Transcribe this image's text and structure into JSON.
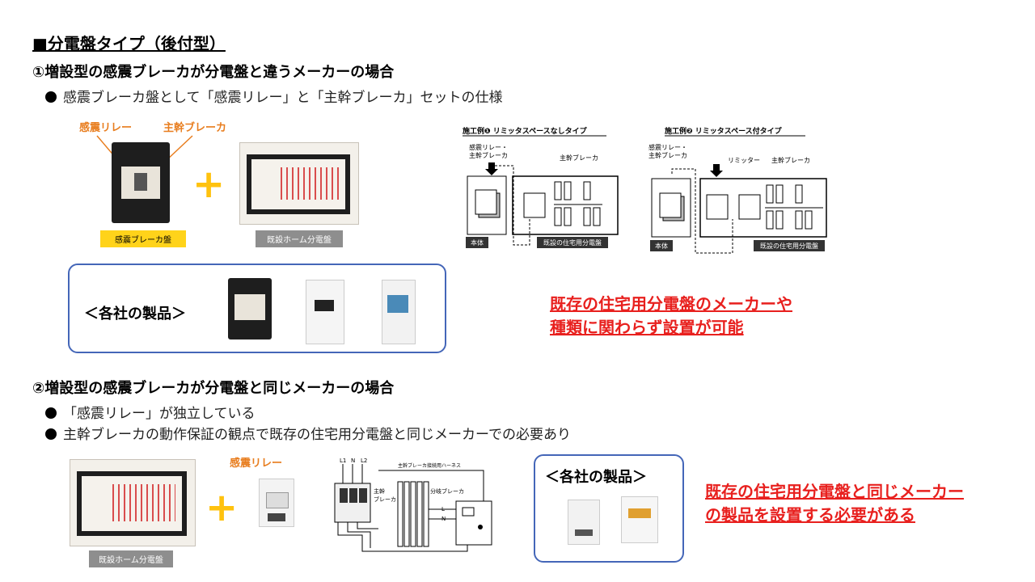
{
  "title": "■分電盤タイプ（後付型）",
  "section1": {
    "heading": "①増設型の感震ブレーカが分電盤と違うメーカーの場合",
    "bullet": "感震ブレーカ盤として「感震リレー」と「主幹ブレーカ」セットの仕様",
    "label_relay": "感震リレー",
    "label_main": "主幹ブレーカ",
    "caption_panel": "感震ブレーカ盤",
    "caption_home": "既設ホーム分電盤",
    "products_label": "＜各社の製品＞",
    "example1": {
      "title": "施工例❶ リミッタスペースなしタイプ",
      "relay_label_line1": "感震リレー・",
      "relay_label_line2": "主幹ブレーカ",
      "main_label": "主幹ブレーカ",
      "body_label": "本体",
      "existing_label": "既設の住宅用分電盤"
    },
    "example2": {
      "title": "施工例❷ リミッタスペース付タイプ",
      "relay_label_line1": "感震リレー・",
      "relay_label_line2": "主幹ブレーカ",
      "limiter_label": "リミッター",
      "main_label": "主幹ブレーカ",
      "body_label": "本体",
      "existing_label": "既設の住宅用分電盤"
    },
    "note_line1": "既存の住宅用分電盤のメーカーや",
    "note_line2": "種類に関わらず設置が可能"
  },
  "section2": {
    "heading": "②増設型の感震ブレーカが分電盤と同じメーカーの場合",
    "bullet1": "「感震リレー」が独立している",
    "bullet2": "主幹ブレーカの動作保証の観点で既存の住宅用分電盤と同じメーカーでの必要あり",
    "label_relay": "感震リレー",
    "caption_home": "既設ホーム分電盤",
    "wiring": {
      "l1": "L1",
      "n": "N",
      "l2": "L2",
      "harness": "主幹ブレーカ接続用ハーネス",
      "main_line1": "主幹",
      "main_line2": "ブレーカ",
      "branch": "分岐ブレーカ",
      "wl": "L",
      "wn": "N"
    },
    "products_label": "＜各社の製品＞",
    "note_line1": "既存の住宅用分電盤と同じメーカー",
    "note_line2": "の製品を設置する必要がある"
  },
  "colors": {
    "accent_red": "#e8201e",
    "box_blue": "#4466b8",
    "orange_label": "#e87d1e",
    "plus_yellow": "#ffc20e"
  }
}
